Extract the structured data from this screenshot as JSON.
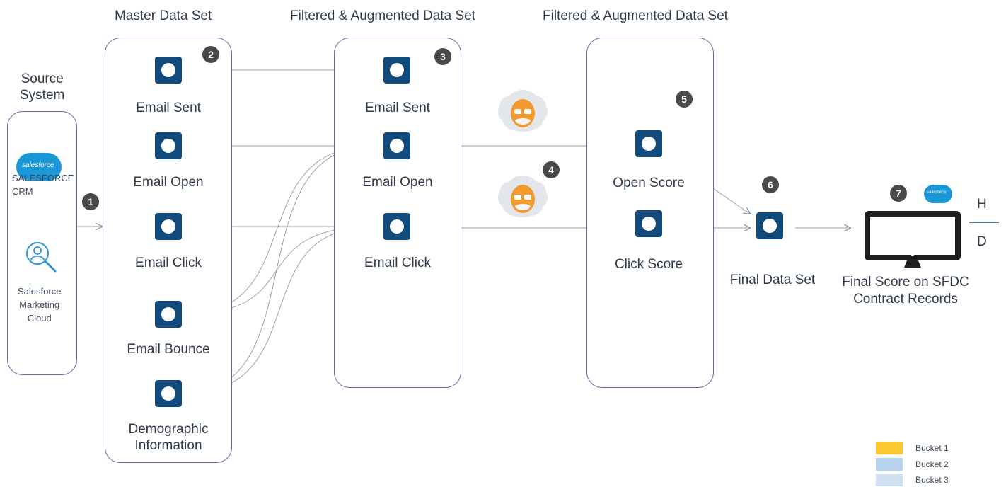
{
  "columns": {
    "master": "Master Data Set",
    "filtered_1": "Filtered & Augmented Data Set",
    "filtered_2": "Filtered & Augmented Data Set"
  },
  "source": {
    "title": "Source\nSystem",
    "crm_logo_text": "salesforce",
    "crm_label": "SALESFORCE\nCRM",
    "marketing_label": "Salesforce\nMarketing\nCloud"
  },
  "master_nodes": [
    "Email Sent",
    "Email Open",
    "Email Click",
    "Email Bounce",
    "Demographic\nInformation"
  ],
  "filtered_nodes": [
    "Email Sent",
    "Email Open",
    "Email Click"
  ],
  "score_nodes": [
    "Open Score",
    "Click Score"
  ],
  "final": {
    "data_set_label": "Final Data Set",
    "score_label": "Final Score on SFDC\nContract Records",
    "logo_text": "salesforce"
  },
  "steps": [
    "1",
    "2",
    "3",
    "4",
    "5",
    "6",
    "7"
  ],
  "scale": {
    "top": "H",
    "bottom": "D"
  },
  "legend": [
    {
      "label": "Bucket 1",
      "color": "#fbc832"
    },
    {
      "label": "Bucket 2",
      "color": "#b8d4ee"
    },
    {
      "label": "Bucket 3",
      "color": "#cfe0f3"
    }
  ]
}
